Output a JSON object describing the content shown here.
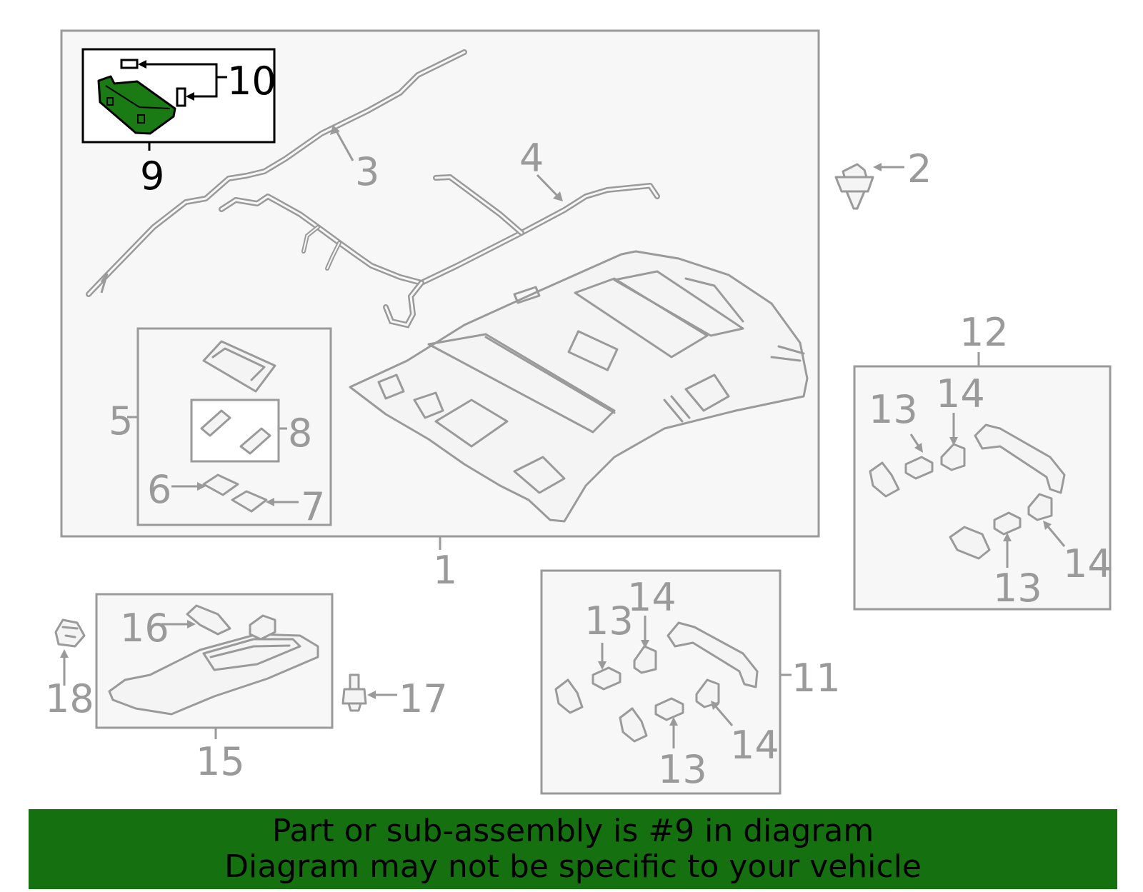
{
  "highlight_color": "#1a7a14",
  "banner": {
    "line1": "Part or sub-assembly is #9 in diagram",
    "line2": "Diagram may not be specific to your vehicle",
    "background": "#157010"
  },
  "callouts": {
    "c1": "1",
    "c2": "2",
    "c3": "3",
    "c4": "4",
    "c5": "5",
    "c6": "6",
    "c7": "7",
    "c8": "8",
    "c9": "9",
    "c10": "10",
    "c11": "11",
    "c12": "12",
    "c13a": "13",
    "c13b": "13",
    "c13c": "13",
    "c13d": "13",
    "c14a": "14",
    "c14b": "14",
    "c14c": "14",
    "c14d": "14",
    "c15": "15",
    "c16": "16",
    "c17": "17",
    "c18": "18"
  }
}
